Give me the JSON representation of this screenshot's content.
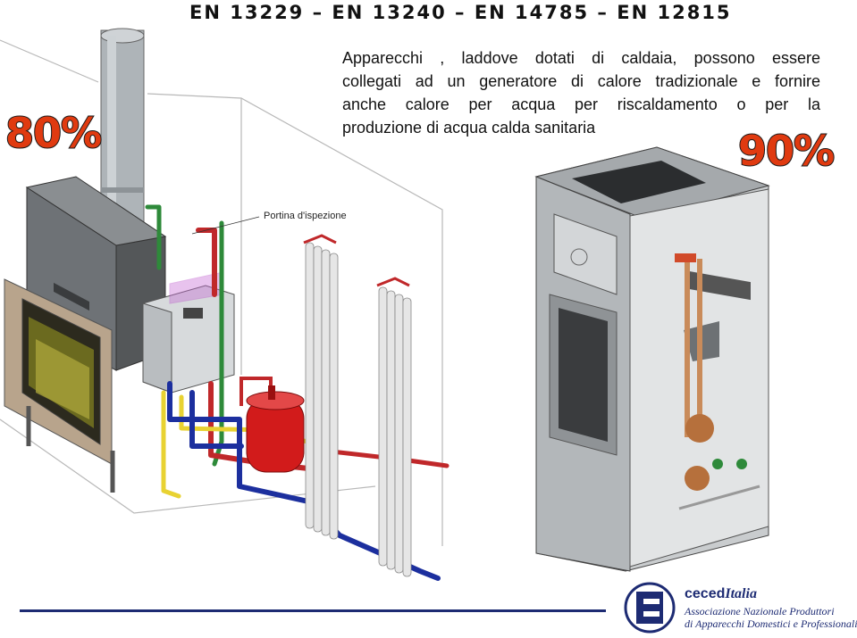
{
  "title": "EN 13229 – EN 13240 – EN 14785 – EN 12815",
  "description": {
    "lines": [
      "Apparecchi , laddove dotati di caldaia, possono essere",
      "collegati ad un generatore di calore tradizionale e fornire",
      "anche calore per acqua per riscaldamento o per la",
      "produzione di acqua calda sanitaria"
    ]
  },
  "efficiency": {
    "left": "80%",
    "right": "90%"
  },
  "illustration": {
    "callout": "Portina d'ispezione"
  },
  "footer": {
    "brand_main": "ceced",
    "brand_italic": "Italia",
    "assoc_line1": "Associazione Nazionale Produttori",
    "assoc_line2": "di Apparecchi Domestici e Professionali"
  },
  "colors": {
    "efficiency": "#e03a10",
    "brand": "#1d2b73",
    "pipe_red": "#c0282a",
    "pipe_blue": "#1c2f9e",
    "pipe_green": "#2e8a3a",
    "pipe_yellow": "#e8d232"
  }
}
